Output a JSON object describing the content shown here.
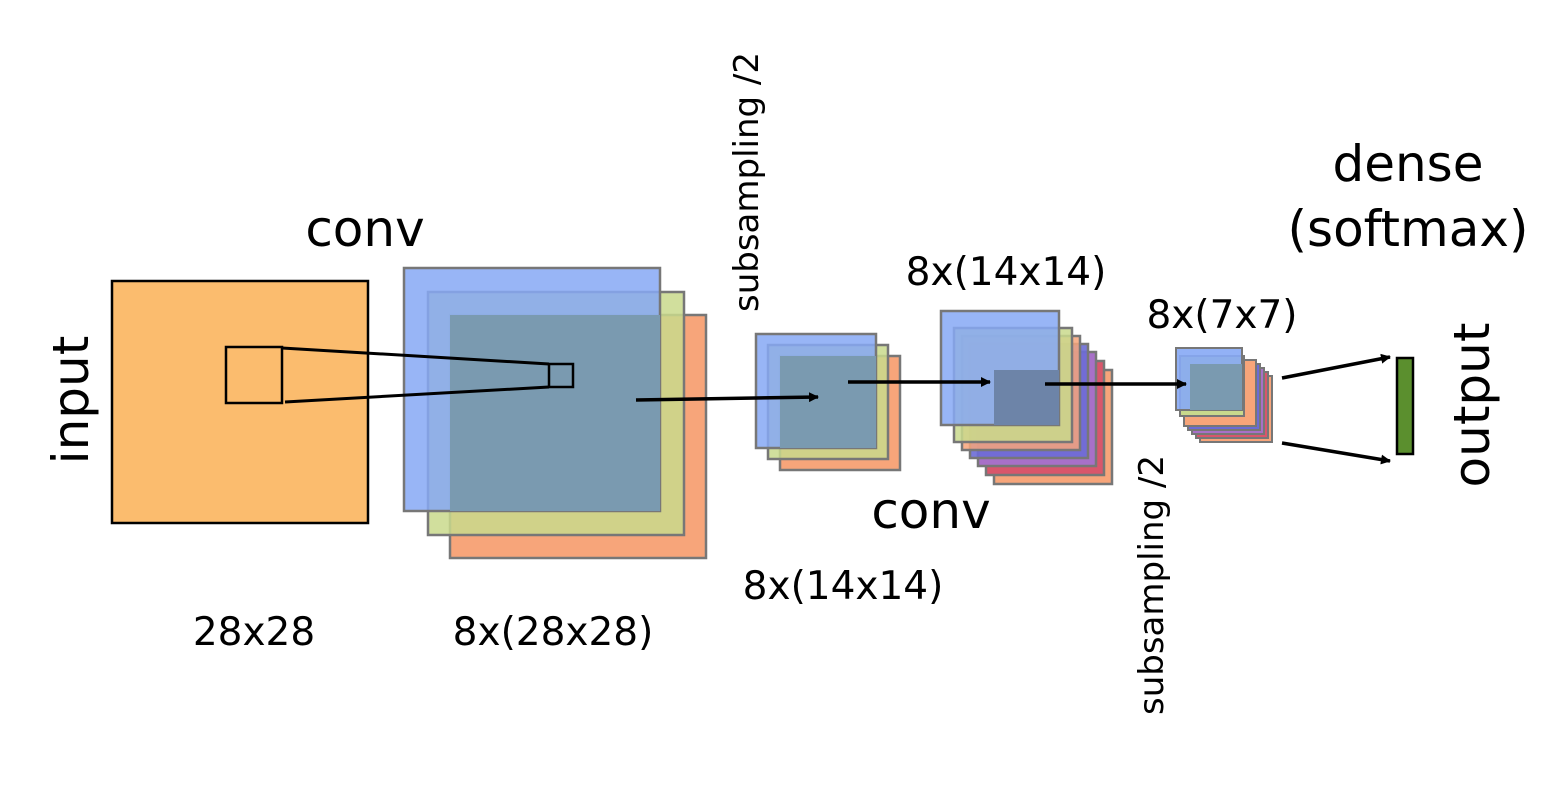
{
  "labels": {
    "input": "input",
    "input_size": "28x28",
    "conv1": "conv",
    "conv1_size": "8x(28x28)",
    "subsampling1": "subsampling /2",
    "pool1_size": "8x(14x14)",
    "conv2": "conv",
    "conv2_size": "8x(14x14)",
    "subsampling2": "subsampling /2",
    "pool2_size": "8x(7x7)",
    "dense": "dense",
    "softmax": "(softmax)",
    "output": "output"
  },
  "colors": {
    "input_fill": "#fbbc6e",
    "map_blue": "#86a8f5",
    "map_green": "#c9d98c",
    "map_orange": "#f7a57a",
    "map_red": "#d9566b",
    "map_purple": "#a870c8",
    "map_indigo": "#6b6bd6",
    "output_fill": "#5b8f2e",
    "stroke": "#000000"
  }
}
